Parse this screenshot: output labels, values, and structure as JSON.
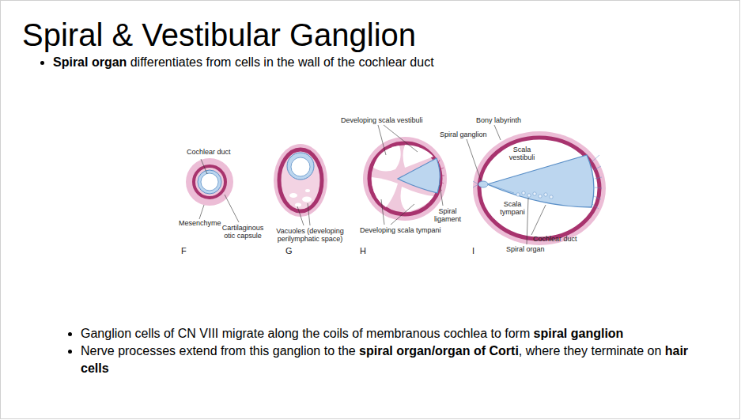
{
  "diagram": {
    "title": "Spiral & Vestibular Ganglion",
    "labels": [
      "Spiral organ",
      "differentiates from cells in the wall of the cochlear duct",
      "Cochlear duct",
      "Mesenchyme",
      "Cartilaginous otic capsule",
      "F",
      "Vacuoles (developing perilymphatic space)",
      "G",
      "Developing scala vestibuli",
      "Spiral ligament",
      "Developing scala tympani",
      "H",
      "Bony labyrinth",
      "Spiral ganglion",
      "Scala vestibuli",
      "Scala tympani",
      "Cochlear duct",
      "Spiral organ",
      "I",
      "Ganglion cells of CN VIII migrate along the coils of membranous cochlea to form",
      "spiral ganglion",
      "Nerve processes extend from this ganglion to the",
      "spiral organ/organ of Corti",
      ", where they terminate on",
      "hair cells"
    ]
  }
}
